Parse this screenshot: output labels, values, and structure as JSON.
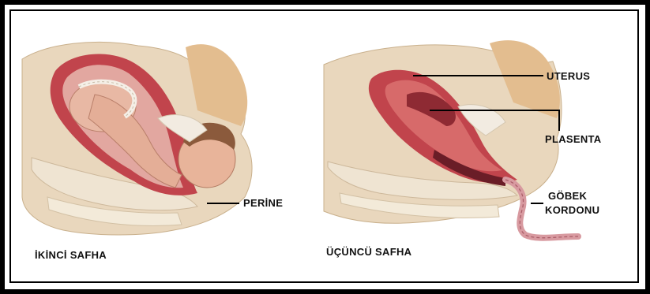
{
  "panels": [
    {
      "caption": "İKİNCİ SAFHA"
    },
    {
      "caption": "ÜÇÜNCÜ SAFHA"
    }
  ],
  "labels": {
    "perine": "PERİNE",
    "uterus": "UTERUS",
    "plasenta": "PLASENTA",
    "gobek_1": "GÖBEK",
    "gobek_2": "KORDONU"
  }
}
